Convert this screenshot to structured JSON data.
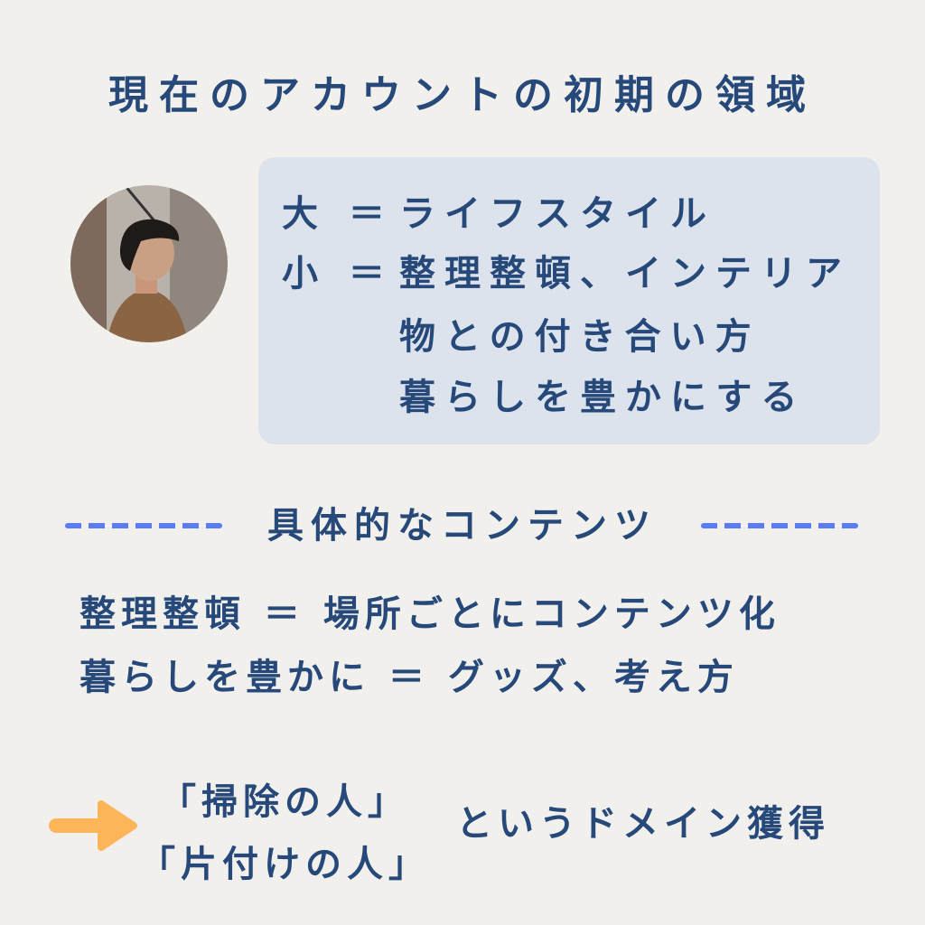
{
  "title": "現在のアカウントの初期の領域",
  "domain_box": {
    "large_label": "大 ＝",
    "large_value": "ライフスタイル",
    "small_label": "小 ＝",
    "small_values": [
      "整理整頓、インテリア",
      "物との付き合い方",
      "暮らしを豊かにする"
    ]
  },
  "section_heading": "具体的なコンテンツ",
  "contents": [
    "整理整頓 ＝ 場所ごとにコンテンツ化",
    "暮らしを豊かに ＝ グッズ、考え方"
  ],
  "conclusion": {
    "labels": [
      "「掃除の人」",
      "「片付けの人」"
    ],
    "suffix": "というドメイン獲得"
  },
  "colors": {
    "text": "#26497a",
    "box": "#dde3ec",
    "dash": "#5b7cf5",
    "arrow": "#fdb55a",
    "background": "#f2f0ed"
  }
}
